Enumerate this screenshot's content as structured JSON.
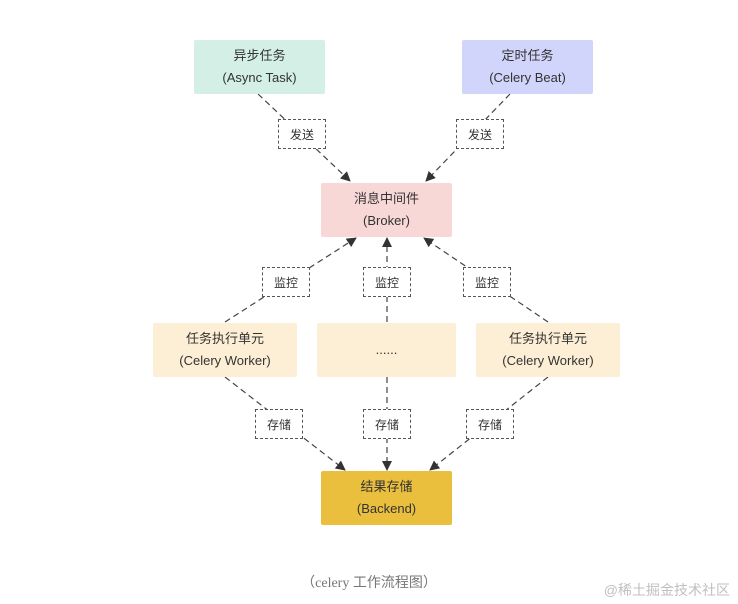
{
  "nodes": {
    "async_task": {
      "line1": "异步任务",
      "line2": "(Async Task)",
      "color": "#d3efe6"
    },
    "celery_beat": {
      "line1": "定时任务",
      "line2": "(Celery Beat)",
      "color": "#d2d5fb"
    },
    "broker": {
      "line1": "消息中间件",
      "line2": "(Broker)",
      "color": "#f8d7d7"
    },
    "worker_left": {
      "line1": "任务执行单元",
      "line2": "(Celery Worker)",
      "color": "#fdefd6"
    },
    "worker_more": {
      "line1": "......",
      "color": "#fdefd6"
    },
    "worker_right": {
      "line1": "任务执行单元",
      "line2": "(Celery Worker)",
      "color": "#fdefd6"
    },
    "backend": {
      "line1": "结果存储",
      "line2": "(Backend)",
      "color": "#e9bf3d"
    }
  },
  "edge_labels": {
    "send": "发送",
    "monitor": "监控",
    "store": "存储"
  },
  "caption": "（celery 工作流程图）",
  "watermark": "@稀土掘金技术社区"
}
